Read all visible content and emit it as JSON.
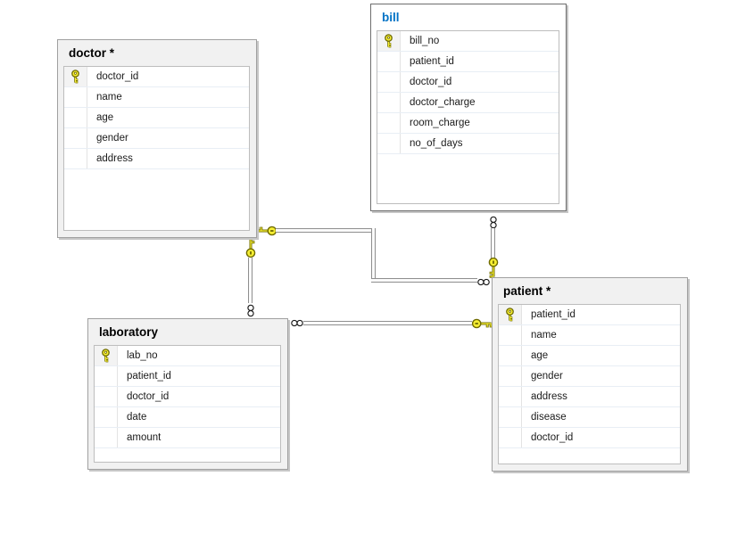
{
  "tables": {
    "doctor": {
      "title": "doctor *",
      "selected": false,
      "columns": [
        {
          "name": "doctor_id",
          "key": true
        },
        {
          "name": "name",
          "key": false
        },
        {
          "name": "age",
          "key": false
        },
        {
          "name": "gender",
          "key": false
        },
        {
          "name": "address",
          "key": false
        }
      ]
    },
    "bill": {
      "title": "bill",
      "selected": true,
      "columns": [
        {
          "name": "bill_no",
          "key": true
        },
        {
          "name": "patient_id",
          "key": false
        },
        {
          "name": "doctor_id",
          "key": false
        },
        {
          "name": "doctor_charge",
          "key": false
        },
        {
          "name": "room_charge",
          "key": false
        },
        {
          "name": "no_of_days",
          "key": false
        }
      ]
    },
    "laboratory": {
      "title": "laboratory",
      "selected": false,
      "columns": [
        {
          "name": "lab_no",
          "key": true
        },
        {
          "name": "patient_id",
          "key": false
        },
        {
          "name": "doctor_id",
          "key": false
        },
        {
          "name": "date",
          "key": false
        },
        {
          "name": "amount",
          "key": false
        }
      ]
    },
    "patient": {
      "title": "patient *",
      "selected": false,
      "columns": [
        {
          "name": "patient_id",
          "key": true
        },
        {
          "name": "name",
          "key": false
        },
        {
          "name": "age",
          "key": false
        },
        {
          "name": "gender",
          "key": false
        },
        {
          "name": "address",
          "key": false
        },
        {
          "name": "disease",
          "key": false
        },
        {
          "name": "doctor_id",
          "key": false
        }
      ]
    }
  },
  "relationships": [
    {
      "id": "doctor-patient",
      "one_side": "doctor",
      "many_side": "patient"
    },
    {
      "id": "doctor-laboratory",
      "one_side": "doctor",
      "many_side": "laboratory"
    },
    {
      "id": "patient-bill",
      "one_side": "patient",
      "many_side": "bill"
    },
    {
      "id": "patient-laboratory",
      "one_side": "patient",
      "many_side": "laboratory"
    }
  ],
  "colors": {
    "selected_title": "#0072c6",
    "key_icon_fill": "#f6ee33",
    "key_icon_outline": "#6e6a00",
    "infinity_outline": "#1a1a1a",
    "table_background": "#f1f1f1",
    "selected_table_background": "#ffffff",
    "row_separator": "#e8eef5"
  }
}
